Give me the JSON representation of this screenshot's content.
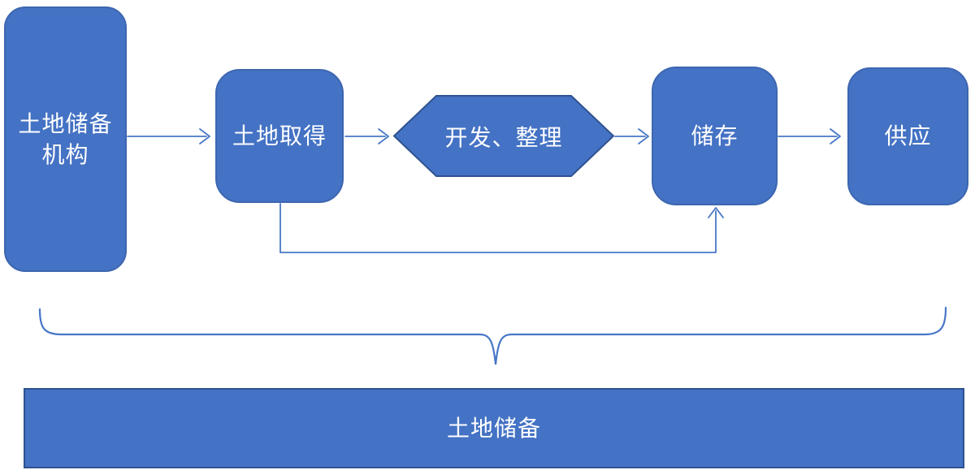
{
  "nodes": {
    "agency": {
      "label": "土地储备\n机构"
    },
    "acquisition": {
      "label": "土地取得"
    },
    "development": {
      "label": "开发、整理"
    },
    "storage": {
      "label": "储存"
    },
    "supply": {
      "label": "供应"
    },
    "reserve": {
      "label": "土地储备"
    }
  },
  "edges": [
    {
      "from": "土地储备机构",
      "to": "土地取得"
    },
    {
      "from": "土地取得",
      "to": "开发、整理"
    },
    {
      "from": "开发、整理",
      "to": "储存"
    },
    {
      "from": "储存",
      "to": "供应"
    },
    {
      "from": "土地取得",
      "to": "储存"
    }
  ],
  "brace_groups": "土地取得 / 开发、整理 / 储存 / 供应 → 土地储备",
  "colors": {
    "fill": "#4472C4",
    "border_soft": "#3D66B0",
    "border_strong": "#2F528F",
    "line": "#4777C6",
    "text": "#FFFFFF"
  }
}
